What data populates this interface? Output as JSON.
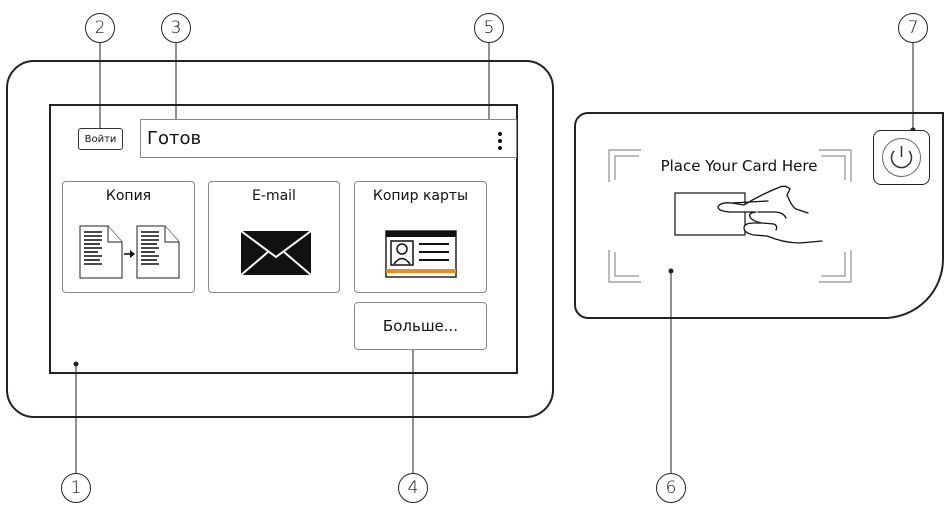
{
  "callouts": {
    "c1": "1",
    "c2": "2",
    "c3": "3",
    "c4": "4",
    "c5": "5",
    "c6": "6",
    "c7": "7"
  },
  "screen": {
    "login_label": "Войти",
    "status_text": "Готов",
    "menu_icon": "vertical-ellipsis-icon",
    "tiles": {
      "copy": {
        "label": "Копия",
        "icon": "copy-document-icon"
      },
      "email": {
        "label": "E-mail",
        "icon": "envelope-icon"
      },
      "id_copy": {
        "label": "Копир карты",
        "icon": "id-card-icon"
      }
    },
    "more_label": "Больше..."
  },
  "card_reader": {
    "label": "Place Your Card Here",
    "icon": "hand-card-icon"
  },
  "power": {
    "icon": "power-icon"
  },
  "colors": {
    "accent_orange": "#f08a1c",
    "outline": "#222222"
  }
}
